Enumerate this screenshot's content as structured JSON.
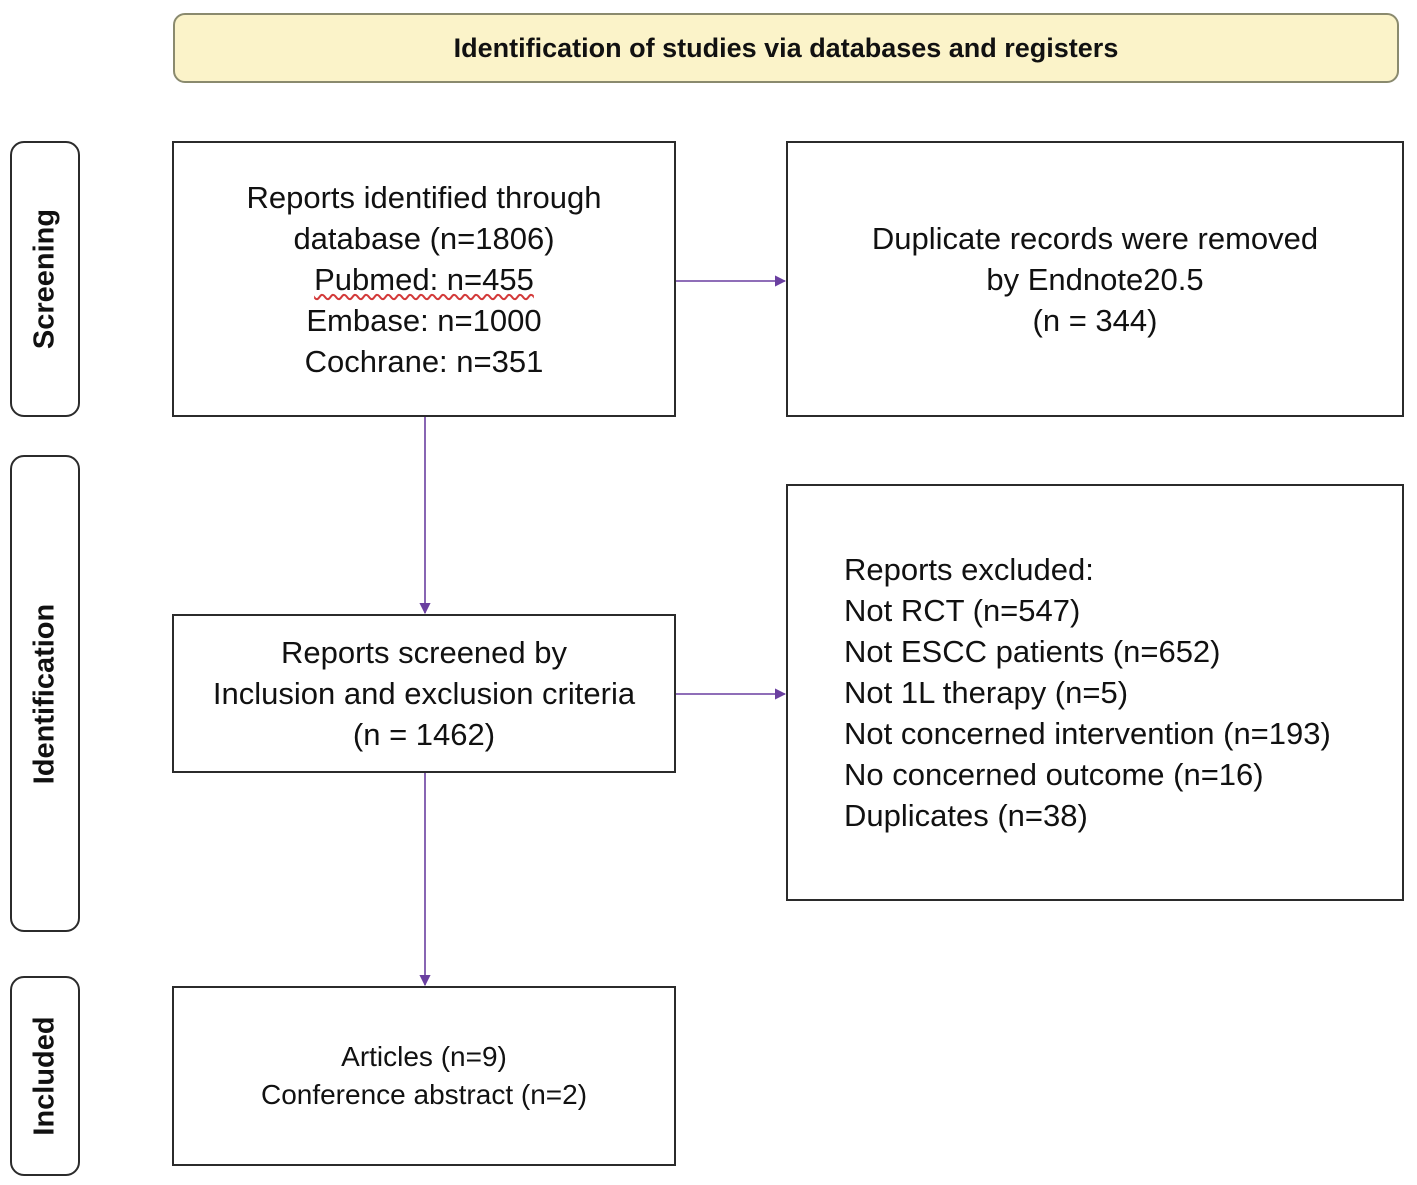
{
  "header": {
    "title": "Identification of studies via databases and registers"
  },
  "phases": {
    "screening": "Screening",
    "identification": "Identification",
    "included": "Included"
  },
  "boxes": {
    "reports_identified": {
      "lines": [
        "Reports identified through",
        "database (n=1806)",
        "Pubmed: n=455",
        "Embase: n=1000",
        "Cochrane: n=351"
      ]
    },
    "duplicates_removed": {
      "lines": [
        "Duplicate records were removed",
        "by Endnote20.5",
        "(n = 344)"
      ]
    },
    "reports_screened": {
      "lines": [
        "Reports screened by",
        "Inclusion and exclusion criteria",
        "(n = 1462)"
      ]
    },
    "reports_excluded": {
      "lines": [
        "Reports excluded:",
        "Not RCT (n=547)",
        "Not ESCC patients (n=652)",
        "Not 1L therapy (n=5)",
        "Not concerned intervention (n=193)",
        "No concerned outcome (n=16)",
        "Duplicates (n=38)"
      ]
    },
    "included_studies": {
      "lines": [
        "Articles (n=9)",
        "Conference abstract (n=2)"
      ]
    }
  },
  "colors": {
    "arrow": "#6a3fa0",
    "header_fill": "#fbf3c9",
    "border": "#2b2b2b",
    "spellcheck_underline": "#d33a3a"
  }
}
